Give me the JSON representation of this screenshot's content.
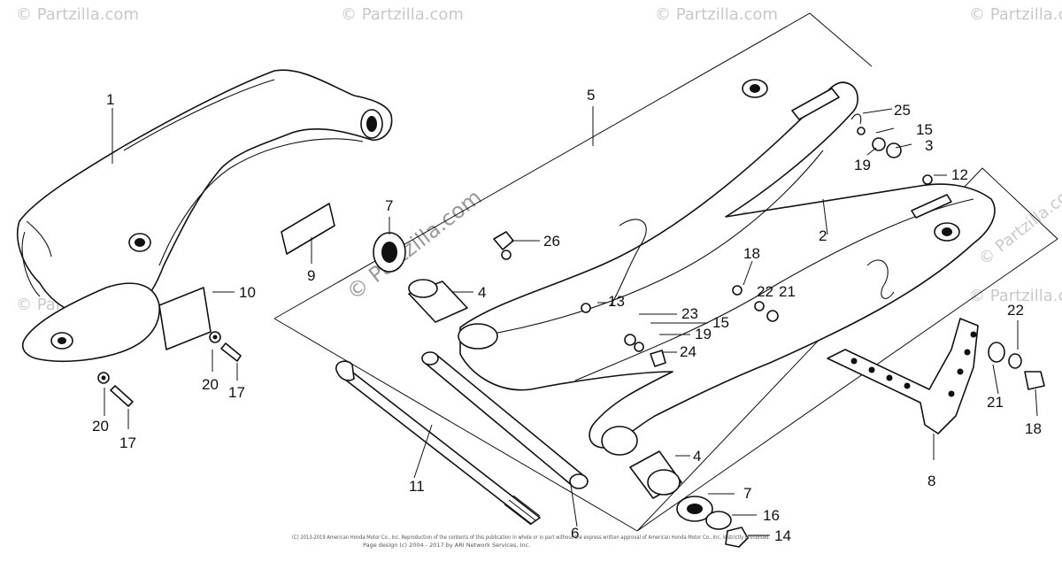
{
  "watermark": {
    "corner_text": "© Partzilla.com",
    "center_text": "© Partzilla.com"
  },
  "callouts": [
    "1",
    "2",
    "3",
    "4",
    "4",
    "5",
    "6",
    "7",
    "7",
    "8",
    "9",
    "10",
    "11",
    "12",
    "13",
    "14",
    "15",
    "15",
    "16",
    "17",
    "17",
    "18",
    "18",
    "19",
    "19",
    "20",
    "20",
    "21",
    "21",
    "22",
    "22",
    "23",
    "24",
    "25",
    "26"
  ],
  "footer": {
    "line1": "(C) 2013-2019 American Honda Motor Co., Inc. Reproduction of the contents of this publication in whole or in part without the express written approval of American Honda Motor Co., Inc. is strictly prohibited.",
    "line2": "Page design (c) 2004 - 2017 by ARI Network Services, Inc."
  },
  "colors": {
    "line": "#111111",
    "background": "#ffffff",
    "watermark": "#c8c8c8"
  }
}
